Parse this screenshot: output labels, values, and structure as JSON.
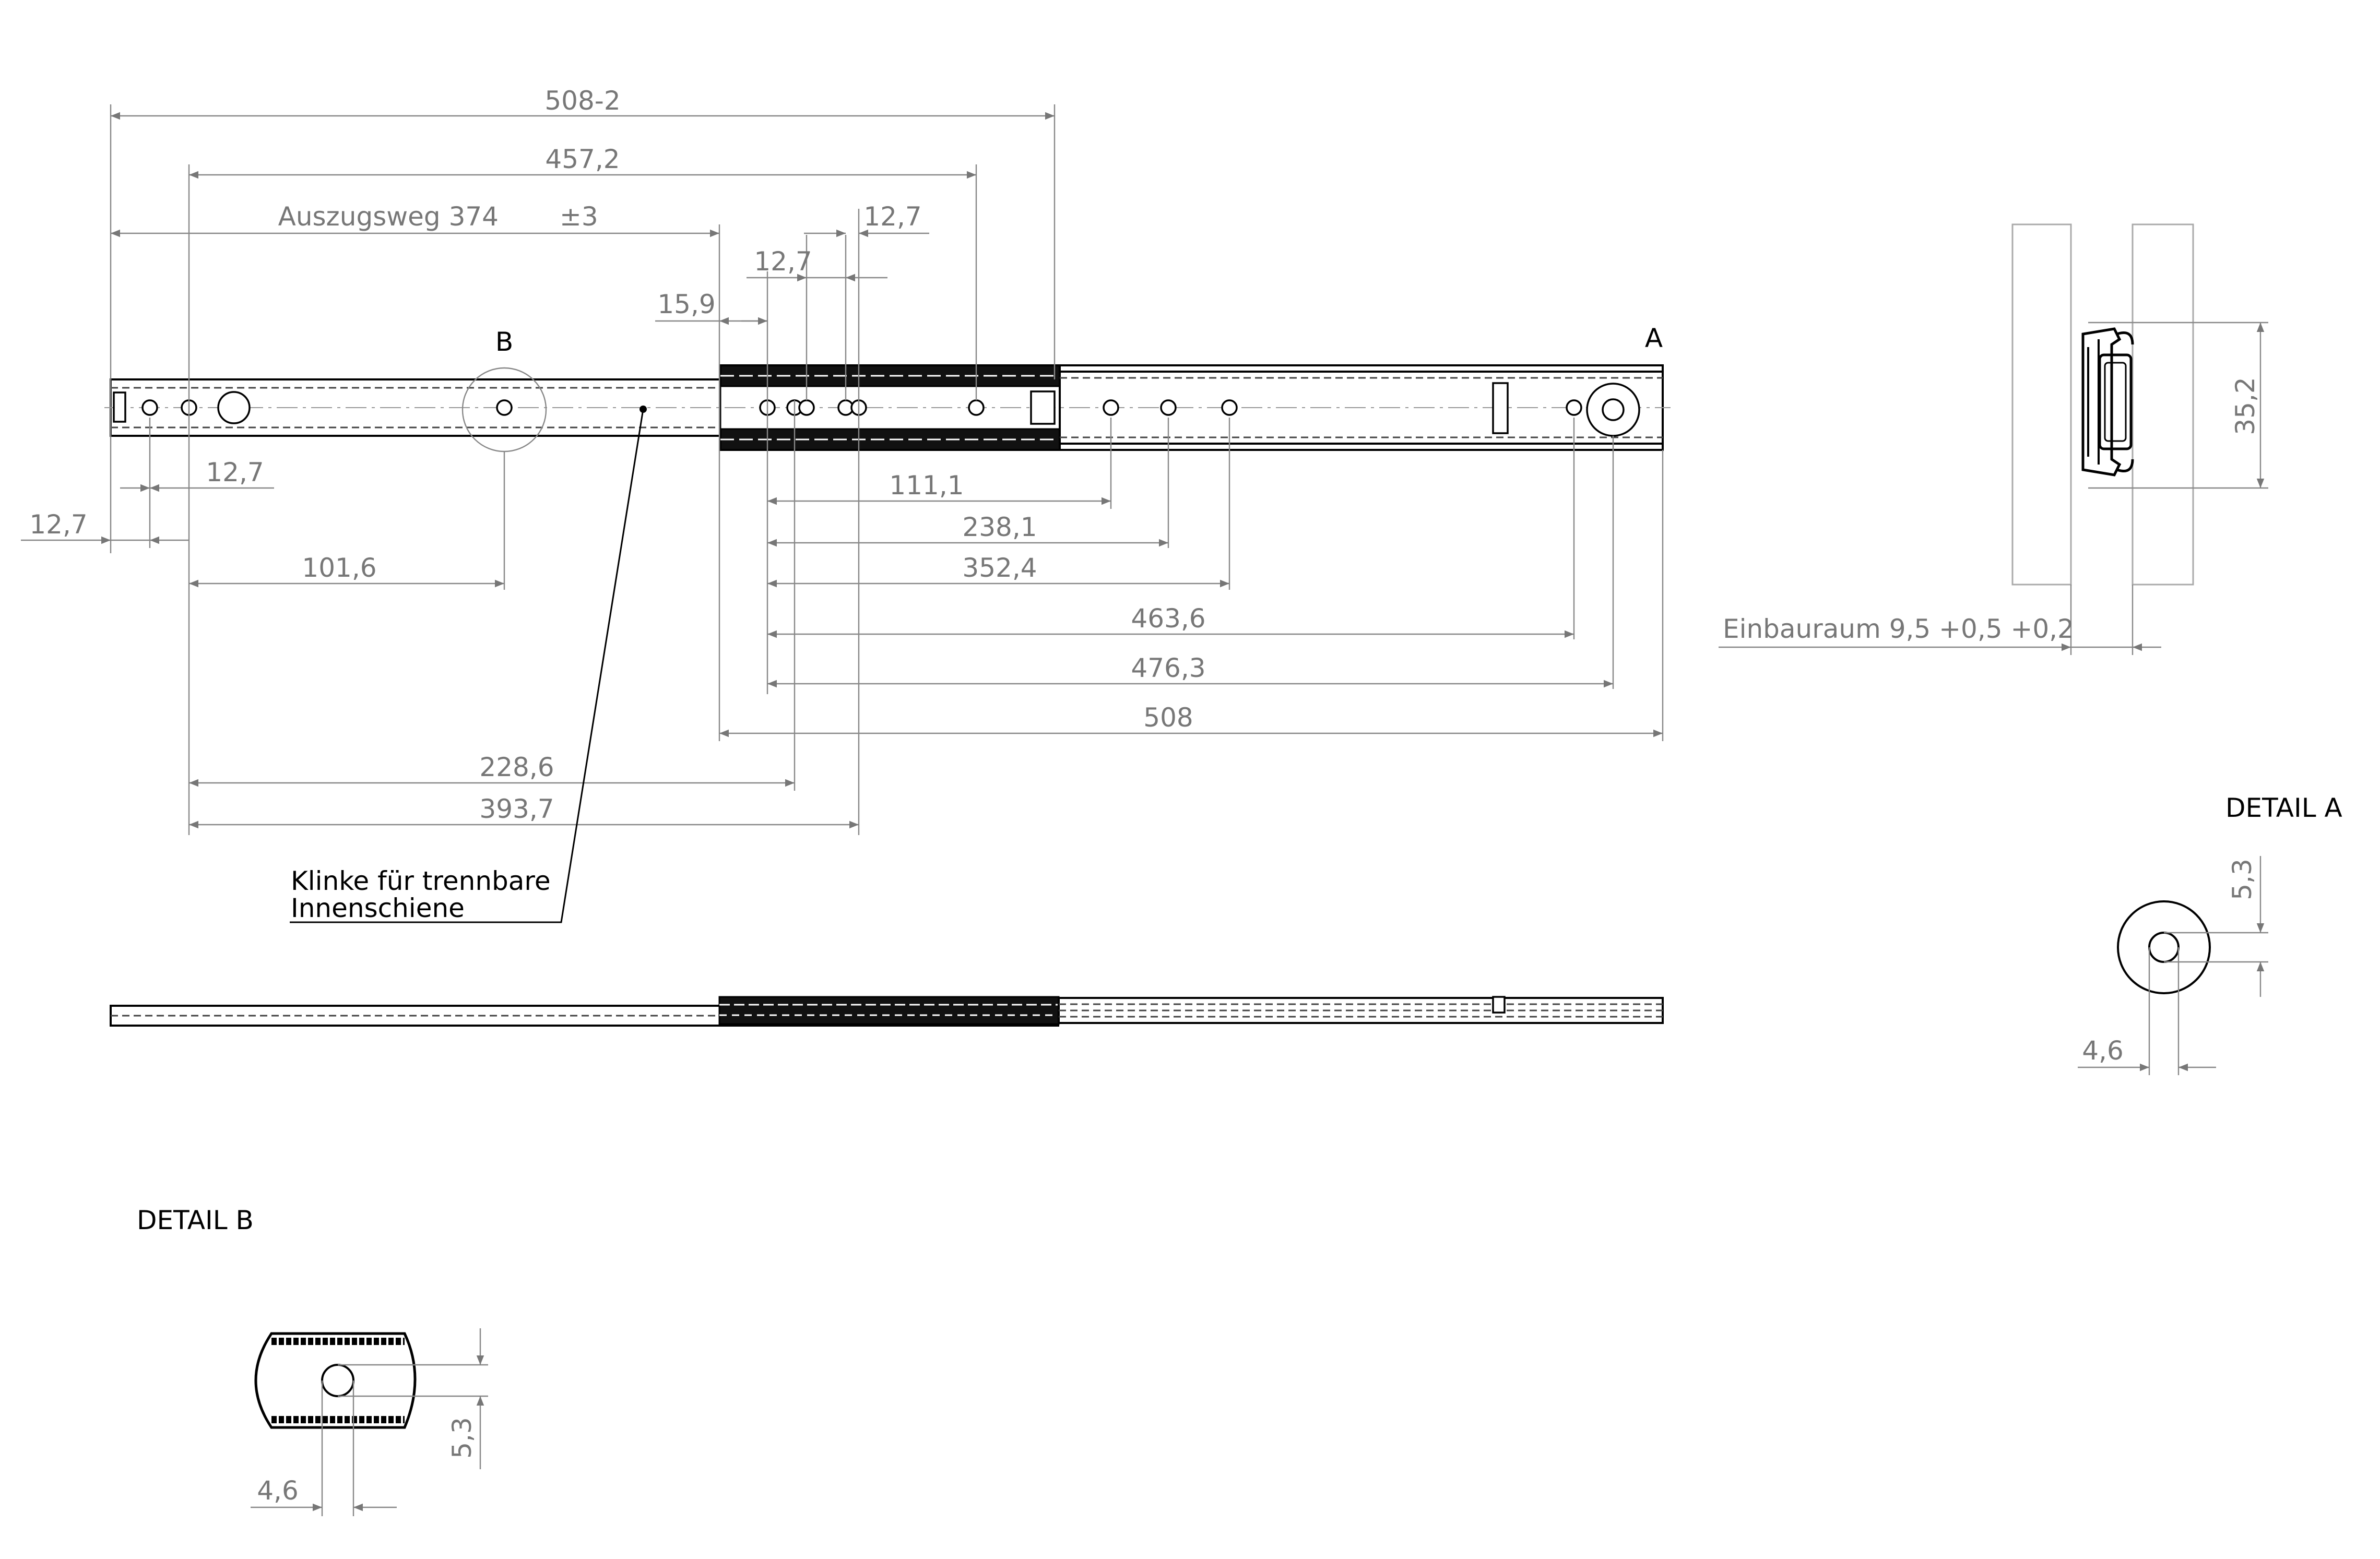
{
  "drawing": {
    "dimensions": {
      "overall_closed": "508-2",
      "hole_span_upper": "457,2",
      "travel": "Auszugsweg 374",
      "travel_tolerance": "±3",
      "pitch_top_right": "12,7",
      "pitch_top_mid": "12,7",
      "offset_15_9": "15,9",
      "pitch_left_upper": "12,7",
      "pitch_left_lower": "12,7",
      "dist_101_6": "101,6",
      "dist_111_1": "111,1",
      "dist_238_1": "238,1",
      "dist_352_4": "352,4",
      "dist_463_6": "463,6",
      "dist_476_3": "476,3",
      "length_508": "508",
      "dist_228_6": "228,6",
      "dist_393_7": "393,7"
    },
    "labels": {
      "marker_b": "B",
      "marker_a": "A",
      "latch_line1": "Klinke für trennbare",
      "latch_line2": "Innenschiene"
    },
    "section": {
      "height": "35,2",
      "installation_space": "Einbauraum 9,5 +0,5 +0,2"
    },
    "detail_a": {
      "title": "DETAIL A",
      "height": "5,3",
      "width": "4,6"
    },
    "detail_b": {
      "title": "DETAIL B",
      "height": "5,3",
      "width": "4,6"
    },
    "colors": {
      "line": "#000000",
      "dimension": "#777777"
    }
  }
}
